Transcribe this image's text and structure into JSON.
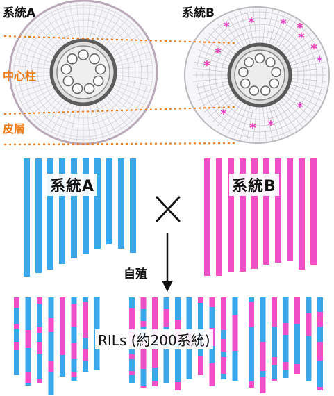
{
  "labels": {
    "line_a_title": "系統A",
    "line_b_title": "系統B",
    "stele": "中心柱",
    "cortex": "皮層",
    "line_a_big": "系統A",
    "line_b_big": "系統B",
    "selfing": "自殖",
    "rils": "RILs (約200系統)",
    "asterisk": "*"
  },
  "colors": {
    "line_a": "#3aa7e8",
    "line_b": "#f04fc8",
    "zone_lines": "#ee7a14",
    "asterisk": "#e83cc0",
    "arrow": "#111111"
  },
  "icons": {
    "cross": "cross-icon",
    "arrow": "arrow-down-icon"
  }
}
